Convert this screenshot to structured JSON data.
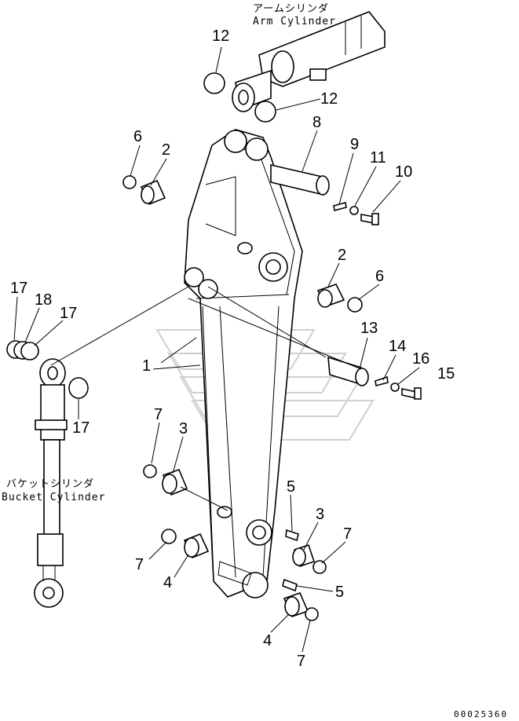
{
  "captions": {
    "arm_jp": "アームシリンダ",
    "arm_en": "Arm Cylinder",
    "bucket_jp": "バケットシリンダ",
    "bucket_en": "Bucket Cylinder"
  },
  "callouts": [
    "12",
    "12",
    "8",
    "6",
    "2",
    "9",
    "11",
    "10",
    "2",
    "6",
    "13",
    "14",
    "16",
    "15",
    "1",
    "17",
    "18",
    "17",
    "17",
    "7",
    "3",
    "5",
    "3",
    "7",
    "7",
    "4",
    "5",
    "4",
    "7"
  ],
  "drawing_code": "00025360"
}
